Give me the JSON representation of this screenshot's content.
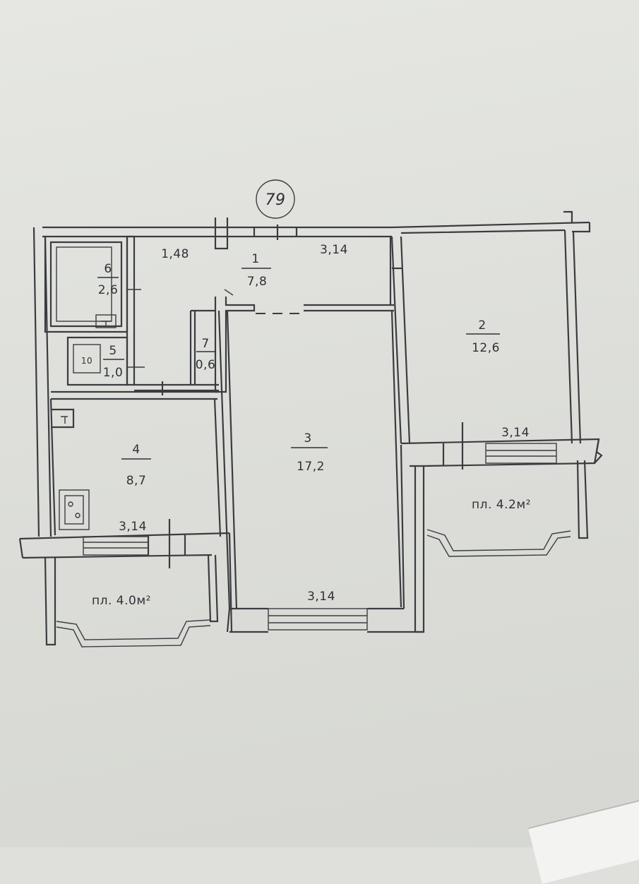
{
  "plan": {
    "apartment_number": "79",
    "rooms": [
      {
        "number": "1",
        "area": "7,8"
      },
      {
        "number": "2",
        "area": "12,6"
      },
      {
        "number": "3",
        "area": "17,2"
      },
      {
        "number": "4",
        "area": "8,7"
      },
      {
        "number": "5",
        "area": "1,0"
      },
      {
        "number": "6",
        "area": "2,6"
      },
      {
        "number": "7",
        "area": "0,6"
      }
    ],
    "dimensions": {
      "hall_left": "1,48",
      "hall_right": "3,14",
      "room2_window": "3,14",
      "room3_window": "3,14",
      "room4_window": "3,14"
    },
    "balconies": {
      "left": "пл. 4.0м²",
      "right": "пл. 4.2м²"
    },
    "fixtures": {
      "toilet_symbol": "10"
    }
  },
  "colors": {
    "paper": "#e2e3df",
    "ink": "#3a3c40"
  }
}
